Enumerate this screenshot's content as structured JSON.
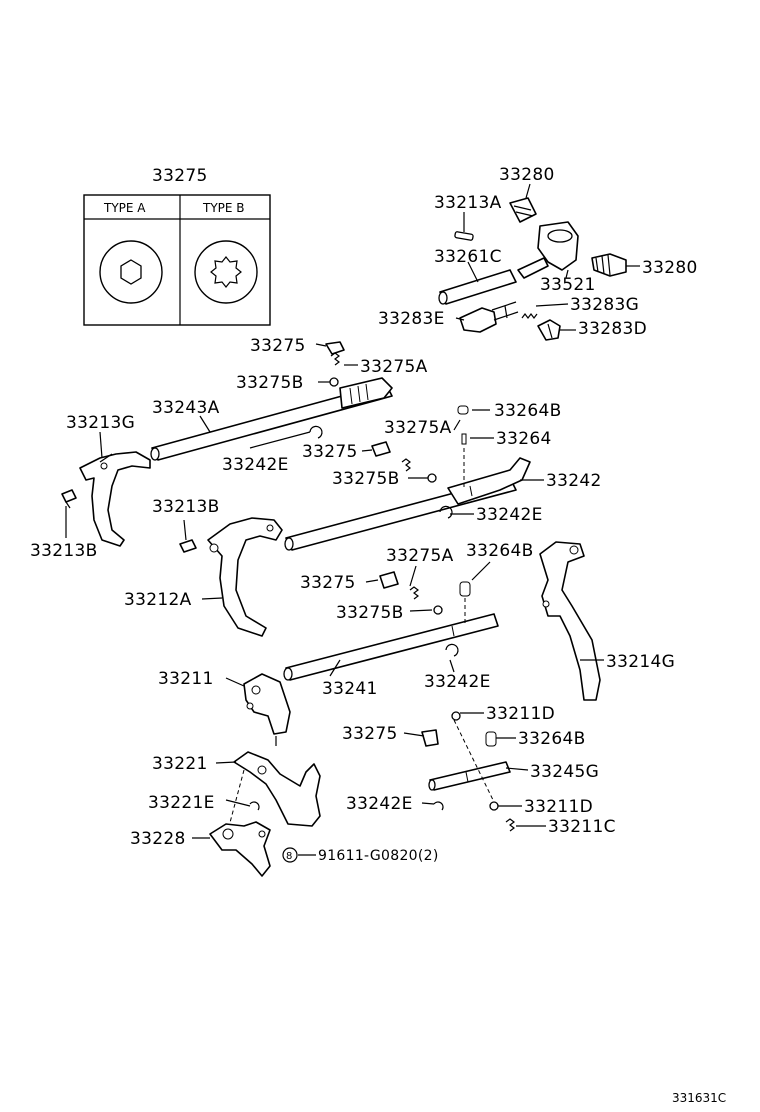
{
  "top": {
    "group_label": "33275"
  },
  "type_box": {
    "type_a": "TYPE A",
    "type_b": "TYPE B"
  },
  "labels": {
    "l33280a": "33280",
    "l33213A": "33213A",
    "l33261C": "33261C",
    "l33280b": "33280",
    "l33521": "33521",
    "l33283G": "33283G",
    "l33283E": "33283E",
    "l33283D": "33283D",
    "l33275a": "33275",
    "l33275A_a": "33275A",
    "l33275B_a": "33275B",
    "l33243A": "33243A",
    "l33213G": "33213G",
    "l33264B_a": "33264B",
    "l33275A_b": "33275A",
    "l33264": "33264",
    "l33242E_a": "33242E",
    "l33275b": "33275",
    "l33275B_b": "33275B",
    "l33242": "33242",
    "l33213B_a": "33213B",
    "l33213B_b": "33213B",
    "l33242E_b": "33242E",
    "l33275A_c": "33275A",
    "l33264B_b": "33264B",
    "l33275c": "33275",
    "l33212A": "33212A",
    "l33275B_c": "33275B",
    "l33214G": "33214G",
    "l33211": "33211",
    "l33241": "33241",
    "l33242E_c": "33242E",
    "l33211D_a": "33211D",
    "l33275d": "33275",
    "l33264B_c": "33264B",
    "l33221": "33221",
    "l33245G": "33245G",
    "l33221E": "33221E",
    "l33242E_d": "33242E",
    "l33211D_b": "33211D",
    "l33211C": "33211C",
    "l33228": "33228",
    "l91611": "91611-G0820(2)"
  },
  "footer": {
    "ref_code": "331631C"
  },
  "icons": [
    "washer-type-a-icon",
    "washer-type-b-icon",
    "circled-8-icon"
  ]
}
